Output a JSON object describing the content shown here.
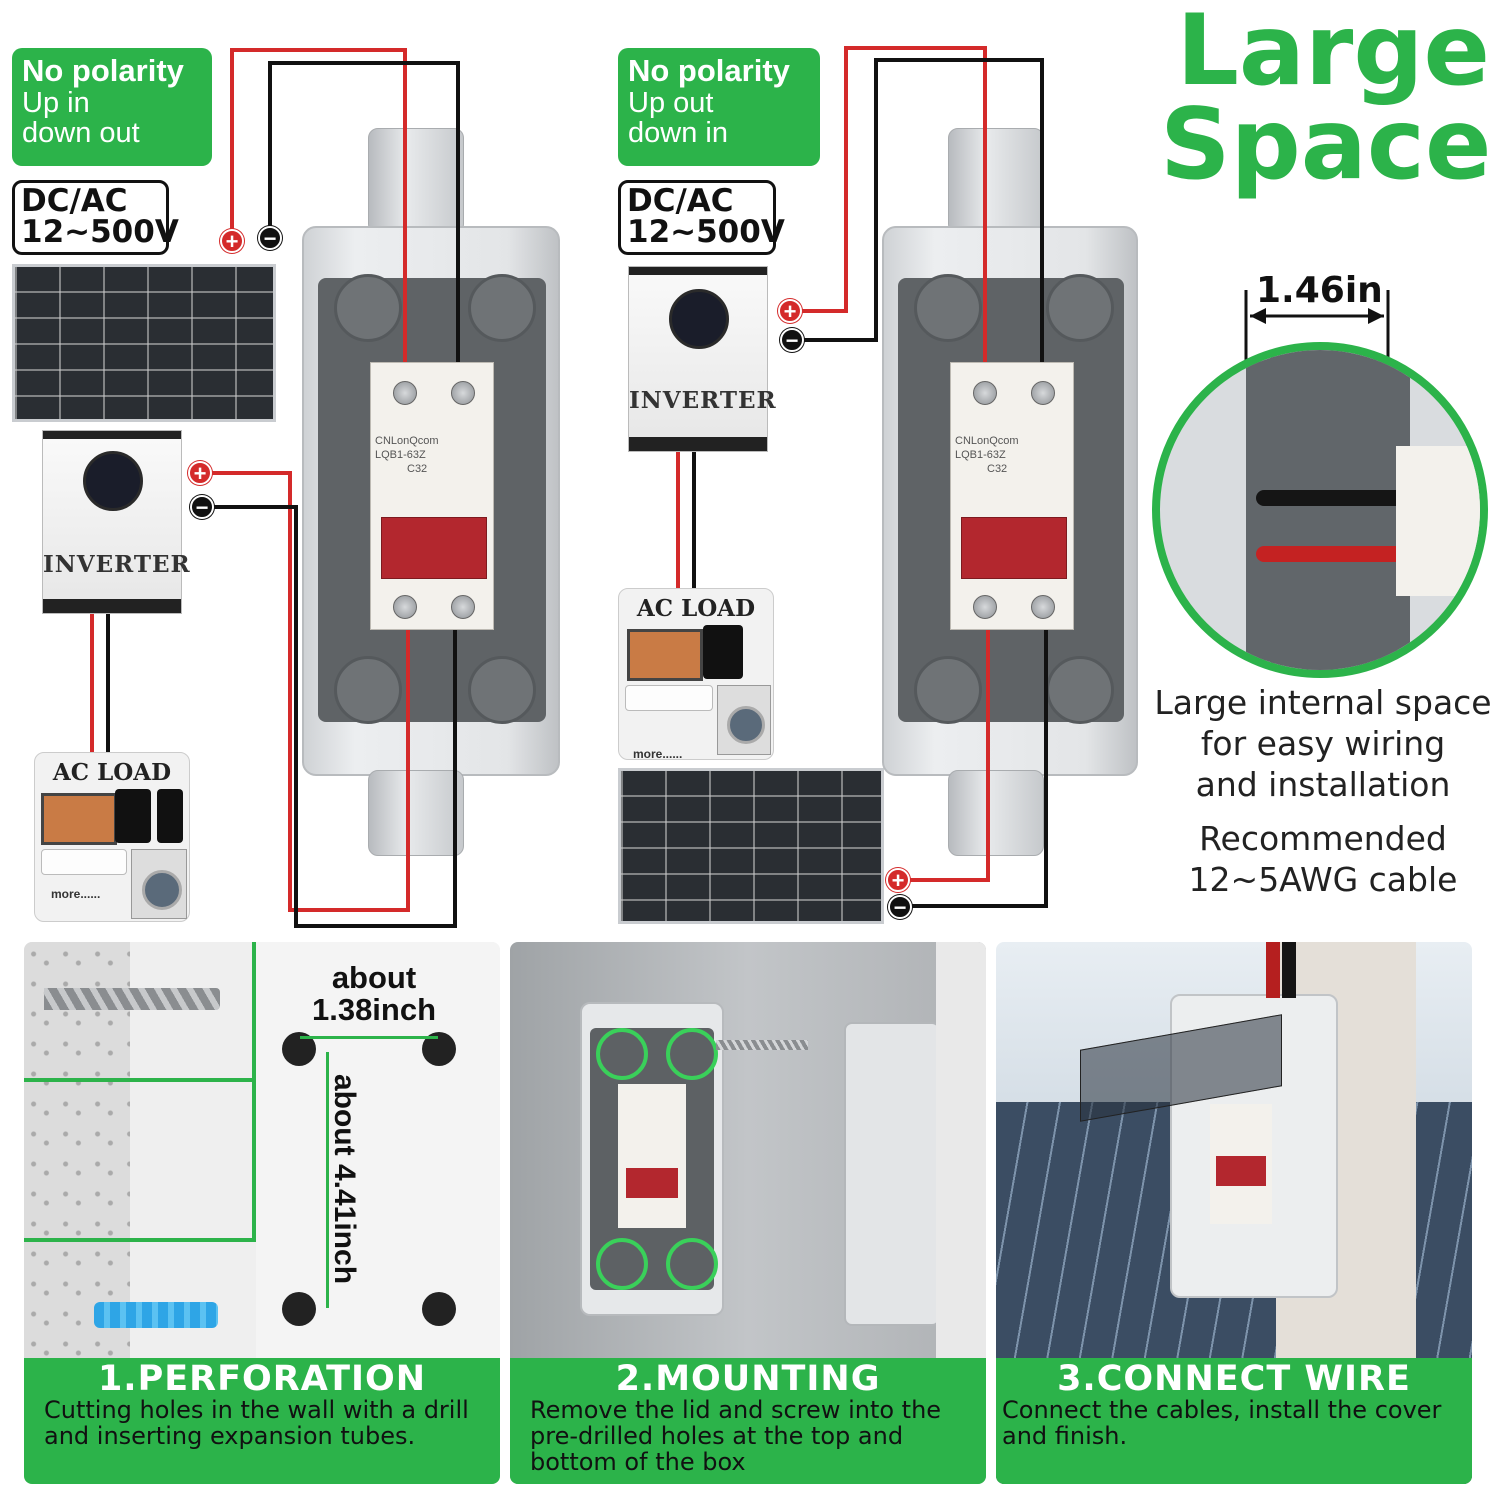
{
  "headline": {
    "line1": "Large",
    "line2": "Space"
  },
  "left_setup": {
    "tag_title": "No polarity",
    "tag_line1": "Up in",
    "tag_line2": "down out",
    "voltage_line1": "DC/AC",
    "voltage_line2": "12~500V",
    "inverter_label": "INVERTER",
    "acload_title": "AC LOAD",
    "acload_more": "more......"
  },
  "right_setup": {
    "tag_title": "No polarity",
    "tag_line1": "Up out",
    "tag_line2": "down in",
    "voltage_line1": "DC/AC",
    "voltage_line2": "12~500V",
    "inverter_label": "INVERTER",
    "acload_title": "AC LOAD",
    "acload_more": "more......"
  },
  "breaker": {
    "brand": "CNLonQcom",
    "model": "LQB1-63Z",
    "rating": "C32"
  },
  "terminals": {
    "plus": "+",
    "minus": "−"
  },
  "detail": {
    "width_label": "1.46in",
    "desc_line1": "Large internal space",
    "desc_line2": "for easy wiring",
    "desc_line3": "and installation",
    "cable_line1": "Recommended",
    "cable_line2": "12~5AWG cable"
  },
  "steps": [
    {
      "title": "1.PERFORATION",
      "desc_line1": "Cutting holes in the wall with a drill",
      "desc_line2": "and inserting expansion tubes.",
      "desc_line3": ""
    },
    {
      "title": "2.MOUNTING",
      "desc_line1": "Remove the lid and screw into the",
      "desc_line2": "pre-drilled holes at the top and",
      "desc_line3": "bottom of the box"
    },
    {
      "title": "3.CONNECT WIRE",
      "desc_line1": "Connect the cables, install the cover",
      "desc_line2": "and finish.",
      "desc_line3": ""
    }
  ],
  "perforation": {
    "width_label_1": "about",
    "width_label_2": "1.38inch",
    "height_label": "about 4.41inch"
  },
  "colors": {
    "brand_green": "#2cb34a",
    "wire_red": "#d42a2a",
    "wire_black": "#111111",
    "breaker_handle": "#b3272e"
  }
}
